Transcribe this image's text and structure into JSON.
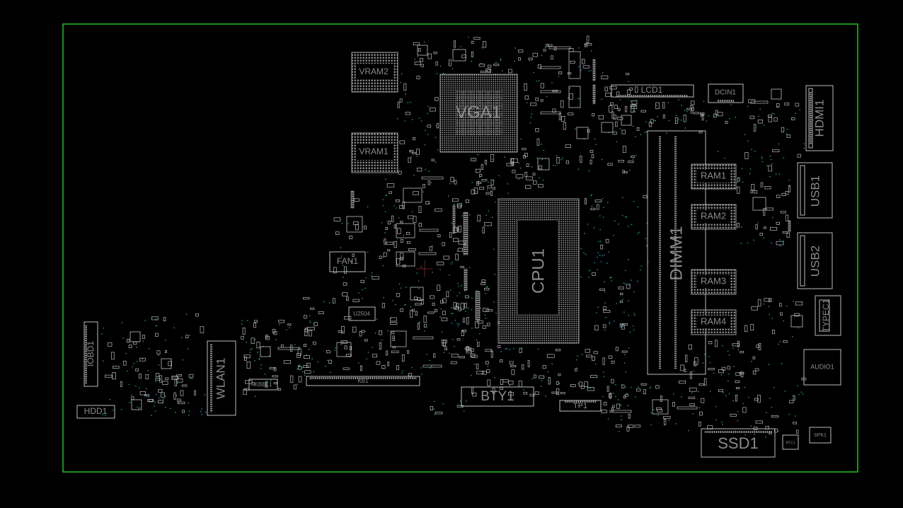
{
  "colors": {
    "background": "#000000",
    "board_outline": "#1db81d",
    "component_outline": "#bdbdbd",
    "label_text": "#8a8a8a",
    "via": "#1aa5b0",
    "pad": "#a0a0a0"
  },
  "components": {
    "vram2": "VRAM2",
    "vram1": "VRAM1",
    "vga1": "VGA1",
    "lcd1": "LCD1",
    "dcin1": "DCIN1",
    "hdmi1": "HDMI1",
    "usb1": "USB1",
    "usb2": "USB2",
    "typec1": "TYPEC1",
    "audio1": "AUDIO1",
    "spk1": "SPK1",
    "rtc1": "RTC1",
    "ssd1": "SSD1",
    "dimm1": "DIMM1",
    "ram1": "RAM1",
    "ram2": "RAM2",
    "ram3": "RAM3",
    "ram4": "RAM4",
    "cpu1": "CPU1",
    "bty1": "BTY1",
    "tp1": "TP1",
    "kb1": "KB1",
    "kbbl1": "KBBL1",
    "u2504": "U2504",
    "fan1": "FAN1",
    "wlan1": "WLAN1",
    "iobd1": "IOBD1",
    "hdd1": "HDD1"
  }
}
